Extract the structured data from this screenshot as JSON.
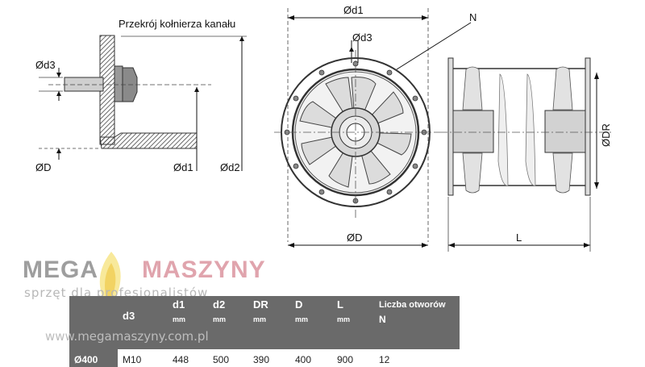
{
  "section_title": "Przekrój kołnierza kanału",
  "dimension_labels": {
    "d3_left": "Ød3",
    "D_left": "ØD",
    "d1_left": "Ød1",
    "d2_left": "Ød2",
    "d1_top": "Ød1",
    "d3_top": "Ød3",
    "N": "N",
    "D_bottom": "ØD",
    "L": "L",
    "DR": "ØDR"
  },
  "watermark": {
    "logo_left": "MEGA",
    "logo_right": "MASZYNY",
    "tagline": "sprzęt dla profesjonalistów",
    "url": "www.megamaszyny.com.pl"
  },
  "table": {
    "headers": [
      {
        "label": "d3",
        "unit": ""
      },
      {
        "label": "d1",
        "unit": "mm"
      },
      {
        "label": "d2",
        "unit": "mm"
      },
      {
        "label": "DR",
        "unit": "mm"
      },
      {
        "label": "D",
        "unit": "mm"
      },
      {
        "label": "L",
        "unit": "mm"
      },
      {
        "label": "Liczba otworów",
        "unit": "N"
      }
    ],
    "row": [
      "Ø400",
      "M10",
      "448",
      "500",
      "390",
      "400",
      "900",
      "12"
    ]
  }
}
